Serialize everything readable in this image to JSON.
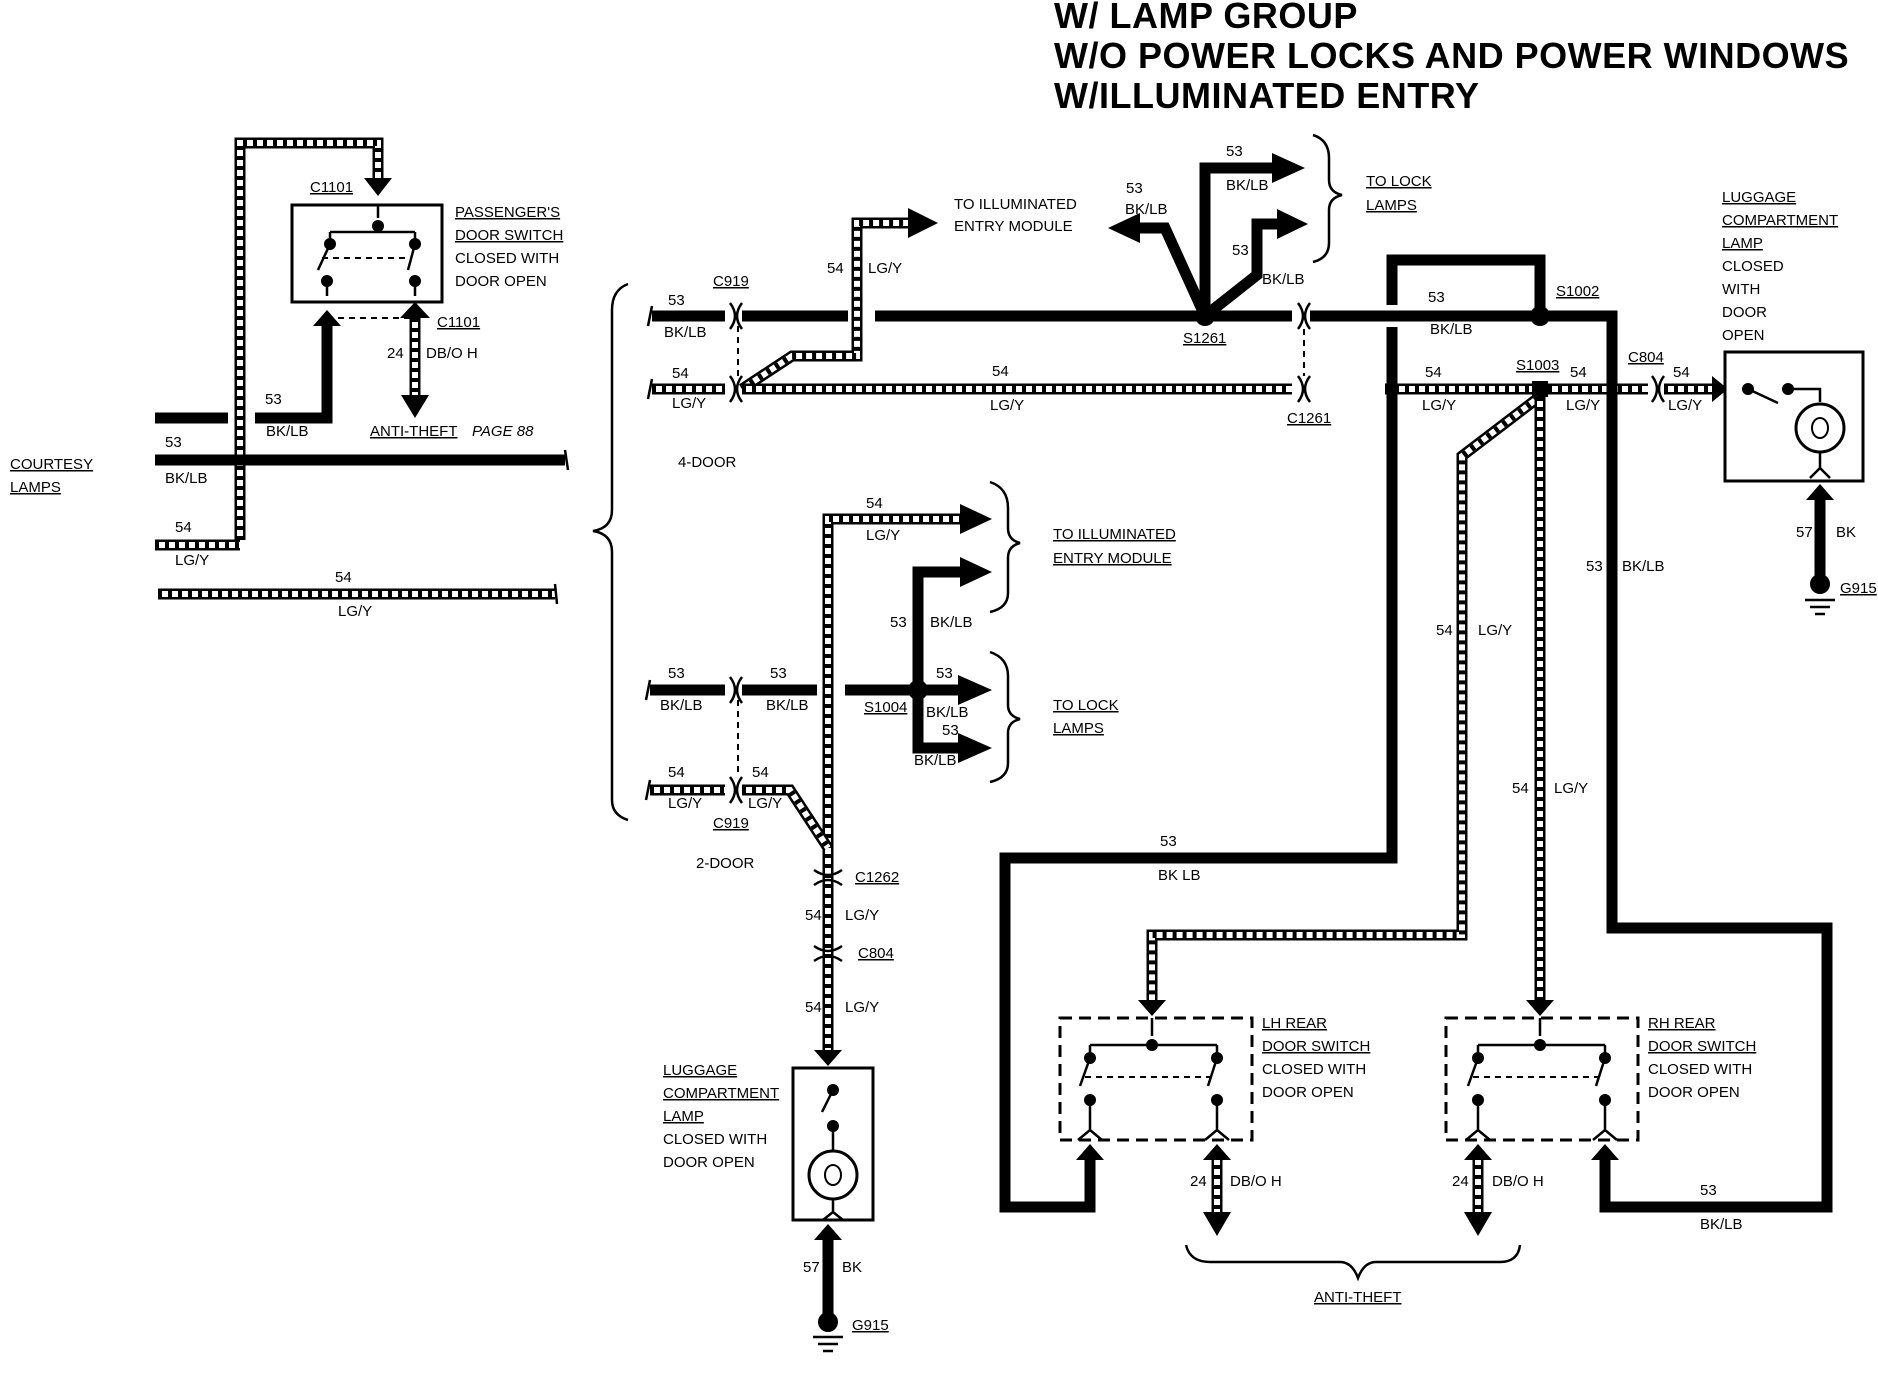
{
  "title": {
    "line1": "W/ LAMP GROUP",
    "line2": "W/O POWER LOCKS AND POWER WINDOWS",
    "line3": "W/ILLUMINATED ENTRY"
  },
  "passenger_switch": {
    "name1": "PASSENGER'S",
    "name2": "DOOR SWITCH",
    "state1": "CLOSED WITH",
    "state2": "DOOR OPEN",
    "connector_top": "C1101",
    "connector_bottom": "C1101"
  },
  "anti_theft_top": {
    "circuit": "24",
    "color": "DB/O H",
    "label": "ANTI-THEFT",
    "page": "PAGE 88"
  },
  "courtesy_lamps": {
    "line1": "COURTESY",
    "line2": "LAMPS"
  },
  "left_wires": {
    "w53_num": "53",
    "w53_color": "BK/LB",
    "w53b_num": "53",
    "w53b_color": "BK/LB",
    "w54_num": "54",
    "w54_color": "LG/Y",
    "w54b_num": "54",
    "w54b_color": "LG/Y"
  },
  "four_door": {
    "label": "4-DOOR",
    "c919": "C919",
    "w53_num": "53",
    "w53_color": "BK/LB",
    "w54_num": "54",
    "w54_color": "LG/Y",
    "module_num": "54",
    "module_color": "LG/Y",
    "module_line1": "TO ILLUMINATED",
    "module_line2": "ENTRY MODULE",
    "s1261": "S1261",
    "br_num": "53",
    "br_color": "BK/LB",
    "up1_num": "53",
    "up1_color": "BK/LB",
    "up2_num": "53",
    "up2_color": "BK/LB",
    "lock_line1": "TO LOCK",
    "lock_line2": "LAMPS",
    "mid_num": "54",
    "mid_color": "LG/Y",
    "c1261": "C1261",
    "right53_num": "53",
    "right53_color": "BK/LB",
    "s1002": "S1002",
    "right54_num": "54",
    "right54_color": "LG/Y",
    "s1003": "S1003",
    "after_num": "54",
    "after_color": "LG/Y",
    "c804": "C804",
    "final_num": "54",
    "final_color": "LG/Y"
  },
  "luggage_right": {
    "line1": "LUGGAGE",
    "line2": "COMPARTMENT",
    "line3": "LAMP",
    "line4": "CLOSED",
    "line5": "WITH",
    "line6": "DOOR",
    "line7": "OPEN",
    "gnd_num": "57",
    "gnd_color": "BK",
    "ground": "G915"
  },
  "two_door": {
    "label": "2-DOOR",
    "top_num": "54",
    "top_color": "LG/Y",
    "module_line1": "TO ILLUMINATED",
    "module_line2": "ENTRY MODULE",
    "v53_num": "53",
    "v53_color": "BK/LB",
    "in53_num": "53",
    "in53_color": "BK/LB",
    "mid53_num": "53",
    "mid53_color": "BK/LB",
    "s1004": "S1004",
    "l1_num": "53",
    "l1_color": "BK/LB",
    "l2_num": "53",
    "l2_color": "BK/LB",
    "lock_line1": "TO LOCK",
    "lock_line2": "LAMPS",
    "in54_num": "54",
    "in54_color": "LG/Y",
    "mid54_num": "54",
    "mid54_color": "LG/Y",
    "c919": "C919",
    "c1262": "C1262",
    "v54a_num": "54",
    "v54a_color": "LG/Y",
    "c804": "C804",
    "v54b_num": "54",
    "v54b_color": "LG/Y"
  },
  "luggage_left": {
    "line1": "LUGGAGE",
    "line2": "COMPARTMENT",
    "line3": "LAMP",
    "line4": "CLOSED WITH",
    "line5": "DOOR OPEN",
    "gnd_num": "57",
    "gnd_color": "BK",
    "ground": "G915"
  },
  "rear": {
    "loop53_num": "53",
    "loop53_color": "BK LB",
    "v54_num": "54",
    "v54_color": "LG/Y",
    "v54r_num": "54",
    "v54r_color": "LG/Y",
    "v53r_num": "53",
    "v53r_color": "BK/LB",
    "bottom53_num": "53",
    "bottom53_color": "BK/LB",
    "lh_line1": "LH REAR",
    "lh_line2": "DOOR SWITCH",
    "lh_line3": "CLOSED WITH",
    "lh_line4": "DOOR OPEN",
    "rh_line1": "RH REAR",
    "rh_line2": "DOOR SWITCH",
    "rh_line3": "CLOSED WITH",
    "rh_line4": "DOOR OPEN",
    "lh_out_num": "24",
    "lh_out_color": "DB/O H",
    "rh_out_num": "24",
    "rh_out_color": "DB/O H",
    "anti_theft": "ANTI-THEFT"
  }
}
